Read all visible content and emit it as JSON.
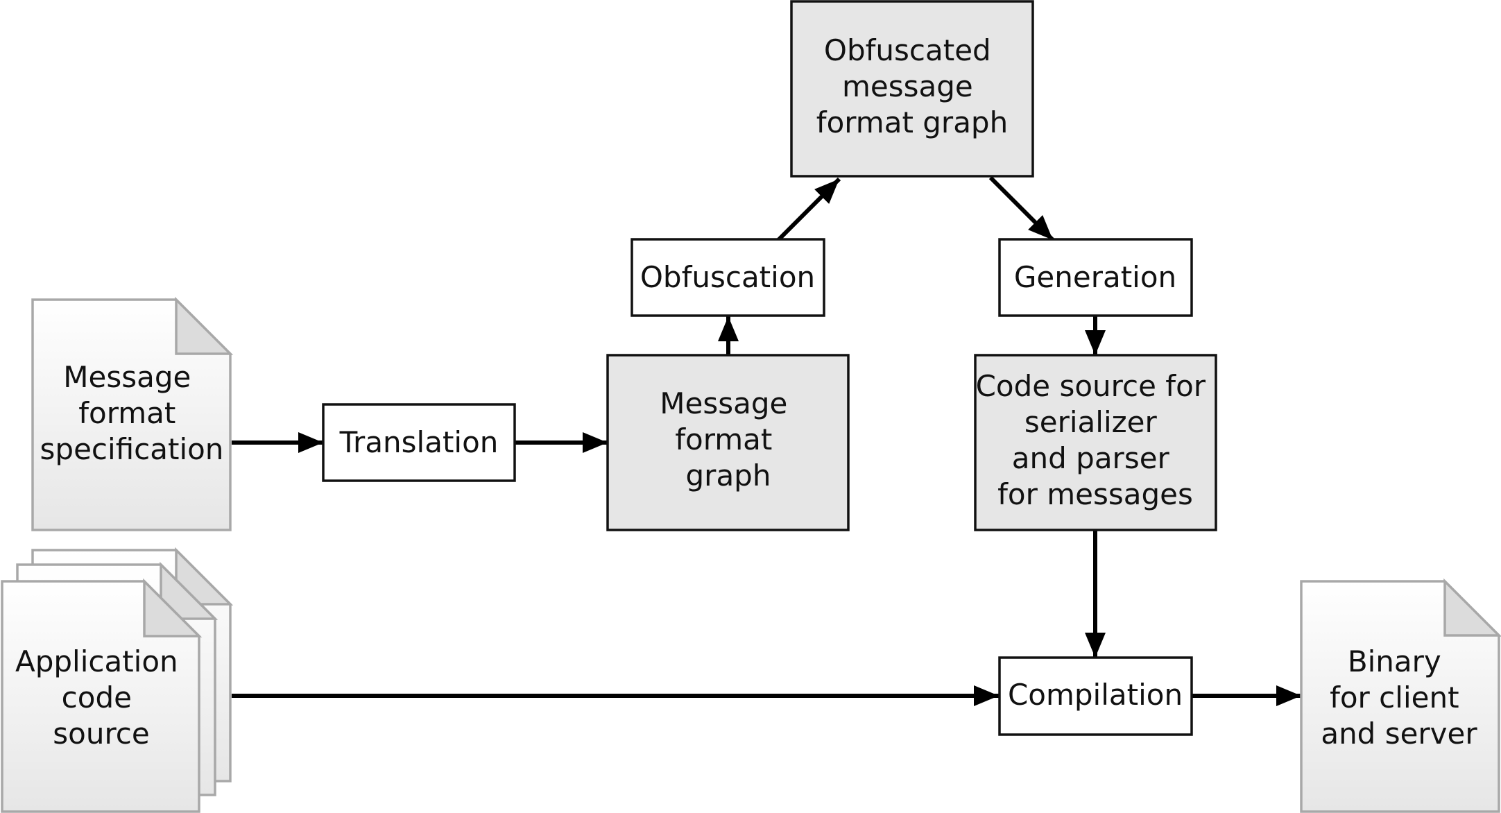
{
  "diagram": {
    "nodes": {
      "message_format_specification": {
        "lines": [
          "Message",
          "format",
          "specification"
        ],
        "shape": "document"
      },
      "translation": {
        "lines": [
          "Translation"
        ],
        "shape": "process"
      },
      "message_format_graph": {
        "lines": [
          "Message",
          "format",
          "graph"
        ],
        "shape": "data"
      },
      "obfuscation": {
        "lines": [
          "Obfuscation"
        ],
        "shape": "process"
      },
      "obfuscated_message_format_graph": {
        "lines": [
          "Obfuscated",
          "message",
          "format graph"
        ],
        "shape": "data"
      },
      "generation": {
        "lines": [
          "Generation"
        ],
        "shape": "process"
      },
      "code_source_serializer_parser": {
        "lines": [
          "Code source for",
          "serializer",
          "and parser",
          "for messages"
        ],
        "shape": "data"
      },
      "application_code_source": {
        "lines": [
          "Application",
          "code",
          "source"
        ],
        "shape": "document-stack"
      },
      "compilation": {
        "lines": [
          "Compilation"
        ],
        "shape": "process"
      },
      "binary_client_server": {
        "lines": [
          "Binary",
          "for client",
          "and server"
        ],
        "shape": "document"
      }
    },
    "edges": [
      {
        "from": "message_format_specification",
        "to": "translation"
      },
      {
        "from": "translation",
        "to": "message_format_graph"
      },
      {
        "from": "message_format_graph",
        "to": "obfuscation"
      },
      {
        "from": "obfuscation",
        "to": "obfuscated_message_format_graph"
      },
      {
        "from": "obfuscated_message_format_graph",
        "to": "generation"
      },
      {
        "from": "generation",
        "to": "code_source_serializer_parser"
      },
      {
        "from": "code_source_serializer_parser",
        "to": "compilation"
      },
      {
        "from": "application_code_source",
        "to": "compilation"
      },
      {
        "from": "compilation",
        "to": "binary_client_server"
      }
    ],
    "colors": {
      "process_fill": "#ffffff",
      "data_fill": "#e6e6e6",
      "document_fill_top": "#ffffff",
      "document_fill_bottom": "#e6e6e6",
      "document_stroke": "#a8a8a8",
      "fold_fill": "#dcdcdc",
      "stroke": "#111111",
      "arrow": "#000000"
    }
  }
}
